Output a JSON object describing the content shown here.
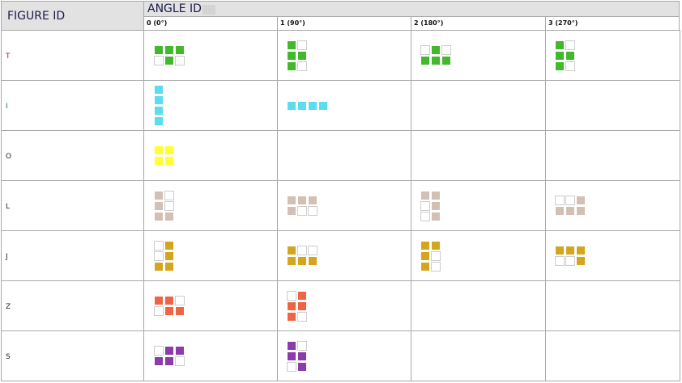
{
  "headers": {
    "figure_id": "FIGURE ID",
    "angle_id": "ANGLE ID",
    "angles": [
      "0 (0°)",
      "1 (90°)",
      "2 (180°)",
      "3 (270°)"
    ]
  },
  "rows": [
    {
      "id": "T",
      "label_color": "#8b2a2a",
      "color": "#44b82c",
      "shapes": [
        [
          "###",
          ".#."
        ],
        [
          "#.",
          "##",
          "#."
        ],
        [
          ".#.",
          "###"
        ],
        [
          "#.",
          "##",
          "#."
        ]
      ]
    },
    {
      "id": "I",
      "label_color": "#2a6a4a",
      "color": "#5bdcf0",
      "shapes": [
        [
          "#",
          "#",
          "#",
          "#"
        ],
        [
          "####"
        ],
        null,
        null
      ]
    },
    {
      "id": "O",
      "label_color": "#222222",
      "color": "#ffff33",
      "shapes": [
        [
          "##",
          "##"
        ],
        null,
        null,
        null
      ]
    },
    {
      "id": "L",
      "label_color": "#222222",
      "color": "#d2c0b4",
      "shapes": [
        [
          "#.",
          "#.",
          "##"
        ],
        [
          "###",
          "#.."
        ],
        [
          "##",
          ".#",
          ".#"
        ],
        [
          "..#",
          "###"
        ]
      ]
    },
    {
      "id": "J",
      "label_color": "#222222",
      "color": "#d4a620",
      "shapes": [
        [
          ".#",
          ".#",
          "##"
        ],
        [
          "#..",
          "###"
        ],
        [
          "##",
          "#.",
          "#."
        ],
        [
          "###",
          "..#"
        ]
      ]
    },
    {
      "id": "Z",
      "label_color": "#222222",
      "color": "#f06446",
      "shapes": [
        [
          "##.",
          ".##"
        ],
        [
          ".#",
          "##",
          "#."
        ],
        null,
        null
      ]
    },
    {
      "id": "S",
      "label_color": "#222222",
      "color": "#8a3ca8",
      "shapes": [
        [
          ".##",
          "##."
        ],
        [
          "#.",
          "##",
          ".#"
        ],
        null,
        null
      ]
    }
  ]
}
